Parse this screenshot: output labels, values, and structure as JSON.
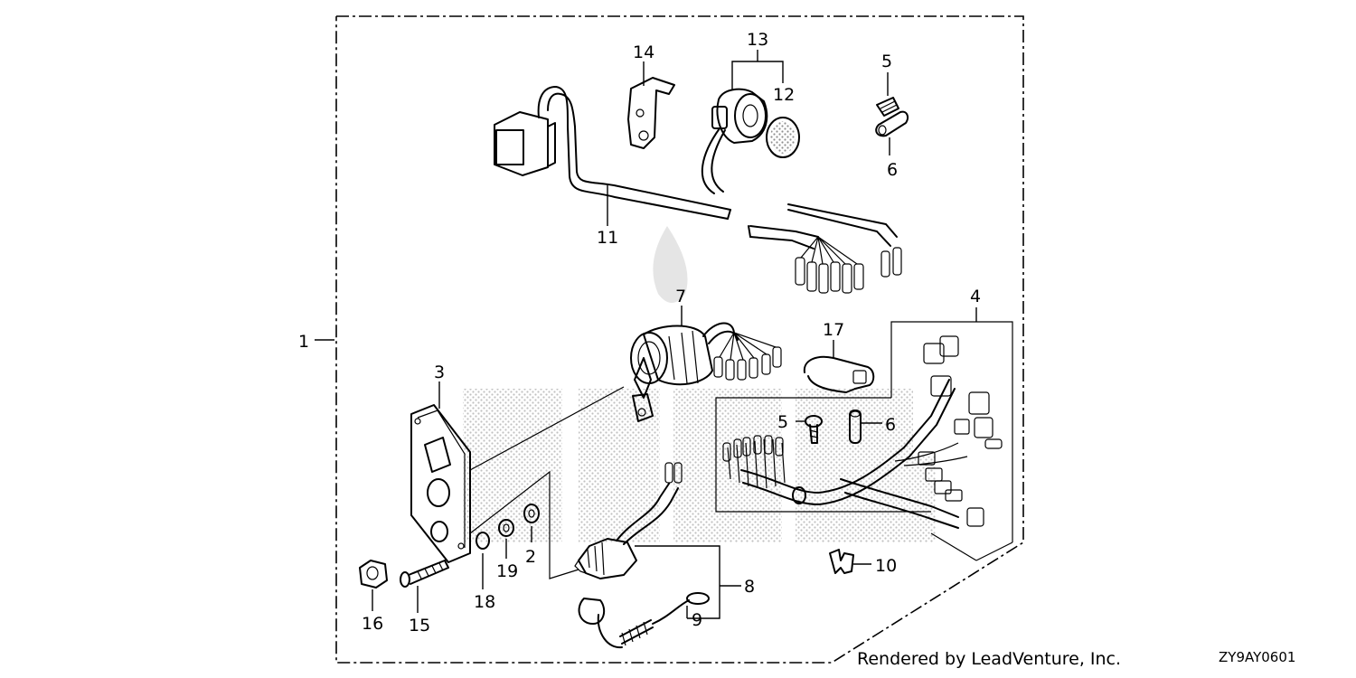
{
  "diagram": {
    "callouts": {
      "c1": "1",
      "c2": "2",
      "c3": "3",
      "c4": "4",
      "c5a": "5",
      "c5b": "5",
      "c6a": "6",
      "c6b": "6",
      "c7": "7",
      "c8": "8",
      "c9": "9",
      "c10": "10",
      "c11": "11",
      "c12": "12",
      "c13": "13",
      "c14": "14",
      "c15": "15",
      "c16": "16",
      "c17": "17",
      "c18": "18",
      "c19": "19"
    },
    "credit": "Rendered by LeadVenture, Inc.",
    "code": "ZY9AY0601"
  }
}
